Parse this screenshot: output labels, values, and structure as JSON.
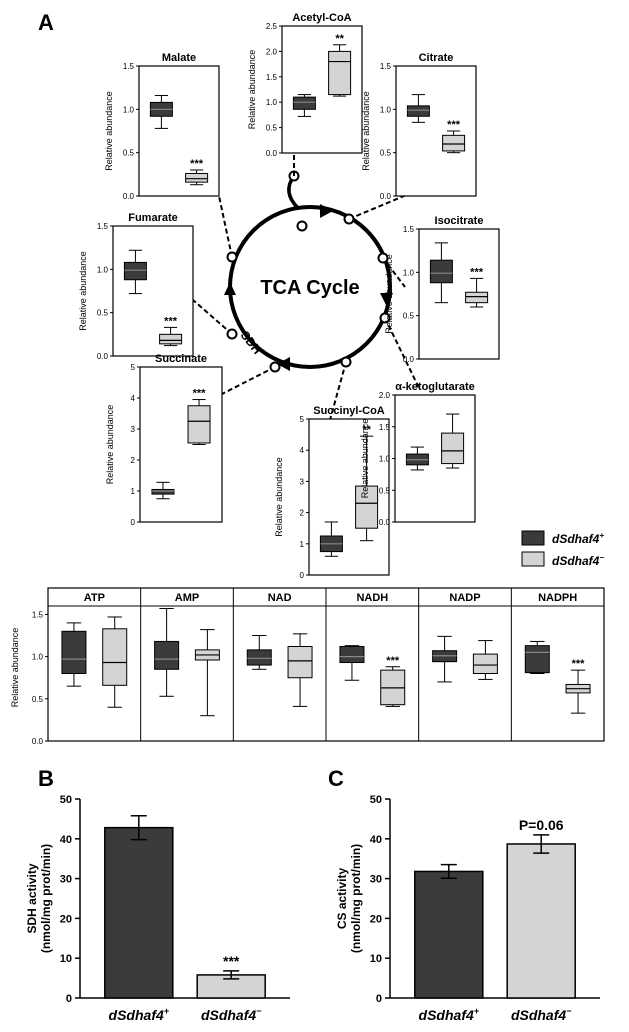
{
  "panel_labels": {
    "a": "A",
    "b": "B",
    "c": "C"
  },
  "cycle": {
    "title": "TCA Cycle",
    "enzyme": "SDH"
  },
  "legend": {
    "control": "dSdhaf4",
    "control_sup": "+",
    "mutant": "dSdhaf4",
    "mutant_sup": "−",
    "control_color": "#3b3b3b",
    "mutant_color": "#d4d4d4"
  },
  "chart_data": [
    {
      "type": "box",
      "title": "Acetyl-CoA",
      "ylabel": "Relative abundance",
      "ylim": [
        0,
        2.5
      ],
      "yticks": [
        "0.0",
        "0.5",
        "1.0",
        "1.5",
        "2.0",
        "2.5"
      ],
      "yticks_v": [
        0,
        0.5,
        1,
        1.5,
        2,
        2.5
      ],
      "significance": "**",
      "series": [
        {
          "min": 0.72,
          "q1": 0.86,
          "median": 1.0,
          "q3": 1.1,
          "max": 1.15
        },
        {
          "min": 1.12,
          "q1": 1.15,
          "median": 1.8,
          "q3": 2.0,
          "max": 2.13
        }
      ]
    },
    {
      "type": "box",
      "title": "Malate",
      "ylabel": "Relative abundance",
      "ylim": [
        0,
        1.5
      ],
      "yticks": [
        "0.0",
        "0.5",
        "1.0",
        "1.5"
      ],
      "yticks_v": [
        0,
        0.5,
        1,
        1.5
      ],
      "significance": "***",
      "series": [
        {
          "min": 0.78,
          "q1": 0.92,
          "median": 1.0,
          "q3": 1.08,
          "max": 1.16
        },
        {
          "min": 0.13,
          "q1": 0.16,
          "median": 0.2,
          "q3": 0.26,
          "max": 0.3
        }
      ]
    },
    {
      "type": "box",
      "title": "Citrate",
      "ylabel": "Relative abundance",
      "ylim": [
        0,
        1.5
      ],
      "yticks": [
        "0.0",
        "0.5",
        "1.0",
        "1.5"
      ],
      "yticks_v": [
        0,
        0.5,
        1,
        1.5
      ],
      "significance": "***",
      "series": [
        {
          "min": 0.85,
          "q1": 0.92,
          "median": 0.99,
          "q3": 1.04,
          "max": 1.17
        },
        {
          "min": 0.5,
          "q1": 0.52,
          "median": 0.6,
          "q3": 0.7,
          "max": 0.75
        }
      ]
    },
    {
      "type": "box",
      "title": "Fumarate",
      "ylabel": "Relative abundance",
      "ylim": [
        0,
        1.5
      ],
      "yticks": [
        "0.0",
        "0.5",
        "1.0",
        "1.5"
      ],
      "yticks_v": [
        0,
        0.5,
        1,
        1.5
      ],
      "significance": "***",
      "series": [
        {
          "min": 0.72,
          "q1": 0.88,
          "median": 0.99,
          "q3": 1.08,
          "max": 1.22
        },
        {
          "min": 0.12,
          "q1": 0.14,
          "median": 0.18,
          "q3": 0.25,
          "max": 0.33
        }
      ]
    },
    {
      "type": "box",
      "title": "Isocitrate",
      "ylabel": "Relative abundance",
      "ylim": [
        0,
        1.5
      ],
      "yticks": [
        "0.0",
        "0.5",
        "1.0",
        "1.5"
      ],
      "yticks_v": [
        0,
        0.5,
        1,
        1.5
      ],
      "significance": "***",
      "series": [
        {
          "min": 0.65,
          "q1": 0.88,
          "median": 0.99,
          "q3": 1.14,
          "max": 1.34
        },
        {
          "min": 0.6,
          "q1": 0.65,
          "median": 0.72,
          "q3": 0.77,
          "max": 0.93
        }
      ]
    },
    {
      "type": "box",
      "title": "Succinate",
      "ylabel": "Relative abundance",
      "ylim": [
        0,
        5
      ],
      "yticks": [
        "0",
        "1",
        "2",
        "3",
        "4",
        "5"
      ],
      "yticks_v": [
        0,
        1,
        2,
        3,
        4,
        5
      ],
      "significance": "***",
      "series": [
        {
          "min": 0.75,
          "q1": 0.9,
          "median": 1.0,
          "q3": 1.05,
          "max": 1.28
        },
        {
          "min": 2.5,
          "q1": 2.55,
          "median": 3.25,
          "q3": 3.75,
          "max": 3.95
        }
      ]
    },
    {
      "type": "box",
      "title": "Succinyl-CoA",
      "ylabel": "Relative abundance",
      "ylim": [
        0,
        5
      ],
      "yticks": [
        "0",
        "1",
        "2",
        "3",
        "4",
        "5"
      ],
      "yticks_v": [
        0,
        1,
        2,
        3,
        4,
        5
      ],
      "significance": "**",
      "series": [
        {
          "min": 0.6,
          "q1": 0.75,
          "median": 1.0,
          "q3": 1.25,
          "max": 1.7
        },
        {
          "min": 1.1,
          "q1": 1.5,
          "median": 2.3,
          "q3": 2.85,
          "max": 4.45
        }
      ]
    },
    {
      "type": "box",
      "title": "α-ketoglutarate",
      "ylabel": "Relative abundance",
      "ylim": [
        0,
        2.0
      ],
      "yticks": [
        "0.0",
        "0.5",
        "1.0",
        "1.5",
        "2.0"
      ],
      "yticks_v": [
        0,
        0.5,
        1,
        1.5,
        2
      ],
      "significance": "",
      "series": [
        {
          "min": 0.82,
          "q1": 0.9,
          "median": 0.98,
          "q3": 1.07,
          "max": 1.18
        },
        {
          "min": 0.85,
          "q1": 0.92,
          "median": 1.12,
          "q3": 1.4,
          "max": 1.7
        }
      ]
    },
    {
      "type": "box",
      "ylabel": "Relative abundance",
      "ylim": [
        0,
        1.6
      ],
      "yticks": [
        "0.0",
        "0.5",
        "1.0",
        "1.5"
      ],
      "yticks_v": [
        0,
        0.5,
        1,
        1.5
      ],
      "categories": [
        "ATP",
        "AMP",
        "NAD",
        "NADH",
        "NADP",
        "NADPH"
      ],
      "significance": [
        "",
        "",
        "",
        "***",
        "",
        "***"
      ],
      "groups": [
        [
          {
            "min": 0.65,
            "q1": 0.8,
            "median": 0.97,
            "q3": 1.3,
            "max": 1.4
          },
          {
            "min": 0.4,
            "q1": 0.66,
            "median": 0.93,
            "q3": 1.33,
            "max": 1.47
          }
        ],
        [
          {
            "min": 0.53,
            "q1": 0.85,
            "median": 0.97,
            "q3": 1.18,
            "max": 1.57
          },
          {
            "min": 0.3,
            "q1": 0.96,
            "median": 1.02,
            "q3": 1.08,
            "max": 1.32
          }
        ],
        [
          {
            "min": 0.85,
            "q1": 0.9,
            "median": 0.98,
            "q3": 1.08,
            "max": 1.25
          },
          {
            "min": 0.41,
            "q1": 0.75,
            "median": 0.95,
            "q3": 1.12,
            "max": 1.27
          }
        ],
        [
          {
            "min": 0.72,
            "q1": 0.93,
            "median": 1.0,
            "q3": 1.12,
            "max": 1.13
          },
          {
            "min": 0.41,
            "q1": 0.43,
            "median": 0.63,
            "q3": 0.84,
            "max": 0.88
          }
        ],
        [
          {
            "min": 0.7,
            "q1": 0.94,
            "median": 1.01,
            "q3": 1.07,
            "max": 1.24
          },
          {
            "min": 0.73,
            "q1": 0.8,
            "median": 0.9,
            "q3": 1.03,
            "max": 1.19
          }
        ],
        [
          {
            "min": 0.8,
            "q1": 0.81,
            "median": 1.05,
            "q3": 1.13,
            "max": 1.18
          },
          {
            "min": 0.33,
            "q1": 0.57,
            "median": 0.62,
            "q3": 0.67,
            "max": 0.84
          }
        ]
      ]
    },
    {
      "type": "bar",
      "categories": [
        "dSdhaf4",
        "dSdhaf4"
      ],
      "category_sups": [
        "+",
        "−"
      ],
      "values": [
        42.8,
        5.8
      ],
      "errors": [
        3.0,
        1.0
      ],
      "ylabel_line1": "SDH activity",
      "ylabel_line2": "(nmol/mg prot/min)",
      "ylim": [
        0,
        50
      ],
      "yticks": [
        "0",
        "10",
        "20",
        "30",
        "40",
        "50"
      ],
      "yticks_v": [
        0,
        10,
        20,
        30,
        40,
        50
      ],
      "annotation": "***"
    },
    {
      "type": "bar",
      "categories": [
        "dSdhaf4",
        "dSdhaf4"
      ],
      "category_sups": [
        "+",
        "−"
      ],
      "values": [
        31.8,
        38.7
      ],
      "errors": [
        1.7,
        2.3
      ],
      "ylabel_line1": "CS activity",
      "ylabel_line2": "(nmol/mg prot/min)",
      "ylim": [
        0,
        50
      ],
      "yticks": [
        "0",
        "10",
        "20",
        "30",
        "40",
        "50"
      ],
      "yticks_v": [
        0,
        10,
        20,
        30,
        40,
        50
      ],
      "annotation": "P=0.06"
    }
  ]
}
